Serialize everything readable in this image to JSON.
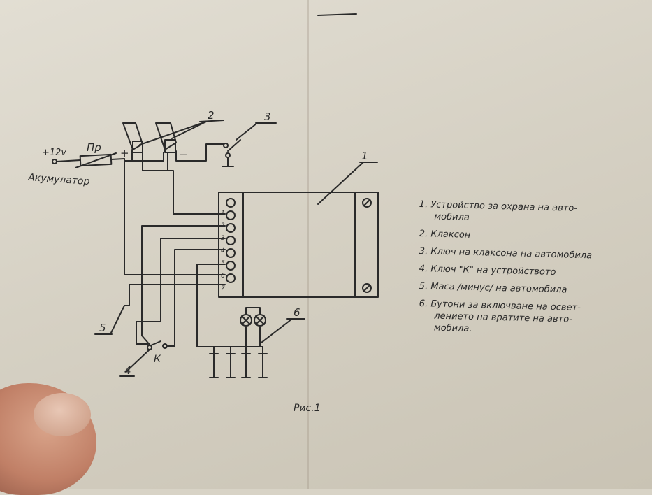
{
  "diagram": {
    "supply": "+12v",
    "fuse": "Пр",
    "battery": "Акумулатор",
    "plus": "+",
    "minus": "−",
    "key": "К",
    "callouts": [
      "1",
      "2",
      "3",
      "4",
      "5",
      "6"
    ],
    "terminals": [
      "1",
      "2",
      "3",
      "4",
      "5",
      "6",
      "7"
    ]
  },
  "legend": [
    {
      "num": "1.",
      "text": "Устройство за охрана на авто-",
      "cont": "мобила"
    },
    {
      "num": "2.",
      "text": "Клаксон"
    },
    {
      "num": "3.",
      "text": "Ключ на клаксона на автомобила"
    },
    {
      "num": "4.",
      "text": "Ключ \"К\"  на устройството"
    },
    {
      "num": "5.",
      "text": "Маса /минус/  на автомобила"
    },
    {
      "num": "6.",
      "text": "Бутони за включване на освет-",
      "cont": "лението на вратите на авто-",
      "cont2": "мобила."
    }
  ],
  "caption": "Рис.1"
}
